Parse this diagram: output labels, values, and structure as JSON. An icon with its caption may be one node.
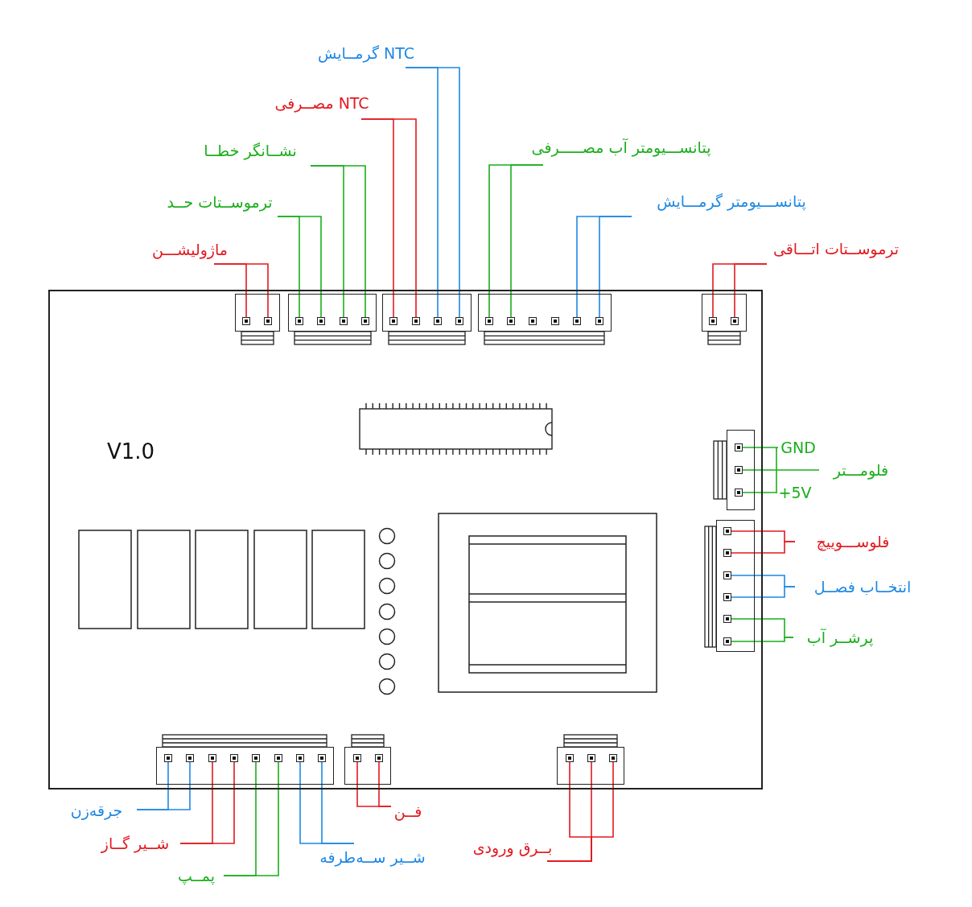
{
  "diagram": {
    "nodes": [
      {
        "text": [],
        "shape": "box"
      },
      {
        "text": [],
        "shape": "box",
        "in": 0
      },
      {
        "text": [],
        "shape": "box",
        "in": 1
      },
      {
        "text": [],
        "shape": "box",
        "in": 1
      },
      {
        "text": [],
        "shape": "box",
        "in": 0
      },
      {
        "text": [],
        "shape": "box",
        "in": 4
      },
      {
        "text": [],
        "shape": "box",
        "in": 4
      },
      {
        "text": [],
        "shape": "box",
        "in": 4
      },
      {
        "text": [],
        "shape": "box",
        "in": 4
      },
      {
        "text": [],
        "shape": "box",
        "in": 0
      },
      {
        "text": [],
        "shape": "box",
        "in": 9
      },
      {
        "text": [],
        "shape": "box",
        "in": 9
      },
      {
        "text": [],
        "shape": "box",
        "in": 9
      },
      {
        "text": [],
        "shape": "box",
        "in": 9
      },
      {
        "text": [],
        "shape": "box",
        "in": 0
      },
      {
        "text": [],
        "shape": "box",
        "in": 14
      },
      {
        "text": [],
        "shape": "box",
        "in": 14
      },
      {
        "text": [],
        "shape": "box",
        "in": 14
      },
      {
        "text": [],
        "shape": "box",
        "in": 14
      },
      {
        "text": [],
        "shape": "box",
        "in": 14
      },
      {
        "text": [],
        "shape": "box",
        "in": 14
      },
      {
        "text": [],
        "shape": "box",
        "in": 0
      },
      {
        "text": [],
        "shape": "box",
        "in": 21
      },
      {
        "text": [],
        "shape": "box",
        "in": 21
      },
      {
        "text": [],
        "shape": "box",
        "in": 0
      },
      {
        "text": [],
        "shape": "box",
        "in": 24
      },
      {
        "text": [],
        "shape": "box",
        "in": 24
      },
      {
        "text": [],
        "shape": "box",
        "in": 24
      },
      {
        "text": [],
        "shape": "box",
        "in": 0
      },
      {
        "text": [],
        "shape": "box",
        "in": 28
      },
      {
        "text": [],
        "shape": "box",
        "in": 28
      },
      {
        "text": [],
        "shape": "box",
        "in": 28
      },
      {
        "text": [],
        "shape": "box",
        "in": 28
      },
      {
        "text": [],
        "shape": "box",
        "in": 28
      },
      {
        "text": [],
        "shape": "box",
        "in": 28
      },
      {
        "text": [],
        "shape": "box",
        "in": 0
      },
      {
        "text": [],
        "shape": "box",
        "in": 35
      },
      {
        "text": [],
        "shape": "box",
        "in": 35
      },
      {
        "text": [],
        "shape": "box",
        "in": 35
      },
      {
        "text": [],
        "shape": "box",
        "in": 35
      },
      {
        "text": [],
        "shape": "box",
        "in": 35
      },
      {
        "text": [],
        "shape": "box",
        "in": 35
      },
      {
        "text": [],
        "shape": "box",
        "in": 35
      },
      {
        "text": [],
        "shape": "box",
        "in": 35
      },
      {
        "text": [],
        "shape": "box",
        "in": 0
      },
      {
        "text": [],
        "shape": "box",
        "in": 44
      },
      {
        "text": [],
        "shape": "box",
        "in": 44
      },
      {
        "text": [],
        "shape": "box",
        "in": 0
      },
      {
        "text": [],
        "shape": "box",
        "in": 47
      },
      {
        "text": [],
        "shape": "box",
        "in": 47
      },
      {
        "text": [],
        "shape": "box",
        "in": 47
      },
      {
        "text": [
          "NTC گرمــایش"
        ]
      },
      {
        "text": [
          "NTC مصــرفی"
        ]
      },
      {
        "text": [
          "نشــانگر خطــا"
        ]
      },
      {
        "text": [
          "ترموســتات حــد"
        ]
      },
      {
        "text": [
          "ماژولیشـــن"
        ]
      },
      {
        "text": [
          "پتانســـیومتر آب مصـــــرفی"
        ]
      },
      {
        "text": [
          "پتانســـیومتر گرمـــایش"
        ]
      },
      {
        "text": [
          "ترموســتات اتـــاقی"
        ]
      },
      {
        "text": [
          "GND"
        ]
      },
      {
        "text": [
          "فلومـــتر"
        ]
      },
      {
        "text": [
          "+5V"
        ]
      },
      {
        "text": [
          "فلوســـوییچ"
        ]
      },
      {
        "text": [
          "انتخــاب فصــل"
        ]
      },
      {
        "text": [
          "پرشــر آب"
        ]
      },
      {
        "text": [
          "جرقه‌زن"
        ]
      },
      {
        "text": [
          "شــیر گــاز"
        ]
      },
      {
        "text": [
          "پمــپ"
        ]
      },
      {
        "text": [
          "شــیر ســه‌طرفه"
        ]
      },
      {
        "text": [
          "فــن"
        ]
      },
      {
        "text": [
          "بــرق ورودی"
        ]
      }
    ],
    "edges": [
      {
        "from": 51,
        "to": 12,
        "arrow": "none",
        "color": "#1e88e5"
      },
      {
        "from": 51,
        "to": 13,
        "arrow": "none",
        "color": "#1e88e5"
      },
      {
        "from": 52,
        "to": 10,
        "arrow": "none"
      },
      {
        "from": 52,
        "to": 11,
        "arrow": "none"
      },
      {
        "from": 53,
        "to": 7,
        "arrow": "none",
        "color": "#1aae1c"
      },
      {
        "from": 53,
        "to": 8,
        "arrow": "none",
        "color": "#1aae1c"
      },
      {
        "from": 54,
        "to": 5,
        "arrow": "none",
        "color": "#1aae1c"
      },
      {
        "from": 54,
        "to": 6,
        "arrow": "none",
        "color": "#1aae1c"
      },
      {
        "from": 55,
        "to": 2,
        "arrow": "none"
      },
      {
        "from": 55,
        "to": 3,
        "arrow": "none"
      },
      {
        "from": 56,
        "to": 15,
        "arrow": "none",
        "color": "#1aae1c"
      },
      {
        "from": 56,
        "to": 16,
        "arrow": "none",
        "color": "#1aae1c"
      },
      {
        "from": 57,
        "to": 19,
        "arrow": "none",
        "color": "#1e88e5"
      },
      {
        "from": 57,
        "to": 20,
        "arrow": "none",
        "color": "#1e88e5"
      },
      {
        "from": 58,
        "to": 22,
        "arrow": "none"
      },
      {
        "from": 58,
        "to": 23,
        "arrow": "none"
      },
      {
        "from": 59,
        "to": 25,
        "arrow": "none",
        "color": "#1aae1c"
      },
      {
        "from": 60,
        "to": 26,
        "arrow": "none",
        "color": "#1aae1c"
      },
      {
        "from": 61,
        "to": 27,
        "arrow": "none",
        "color": "#1aae1c"
      },
      {
        "from": 62,
        "to": 29,
        "arrow": "none"
      },
      {
        "from": 62,
        "to": 30,
        "arrow": "none"
      },
      {
        "from": 63,
        "to": 31,
        "arrow": "none",
        "color": "#1e88e5"
      },
      {
        "from": 63,
        "to": 32,
        "arrow": "none",
        "color": "#1e88e5"
      },
      {
        "from": 64,
        "to": 33,
        "arrow": "none",
        "color": "#1aae1c"
      },
      {
        "from": 64,
        "to": 34,
        "arrow": "none",
        "color": "#1aae1c"
      },
      {
        "from": 65,
        "to": 36,
        "arrow": "none",
        "color": "#1e88e5"
      },
      {
        "from": 65,
        "to": 37,
        "arrow": "none",
        "color": "#1e88e5"
      },
      {
        "from": 66,
        "to": 38,
        "arrow": "none"
      },
      {
        "from": 66,
        "to": 39,
        "arrow": "none"
      },
      {
        "from": 67,
        "to": 40,
        "arrow": "none",
        "color": "#1aae1c"
      },
      {
        "from": 67,
        "to": 41,
        "arrow": "none",
        "color": "#1aae1c"
      },
      {
        "from": 68,
        "to": 42,
        "arrow": "none",
        "color": "#1e88e5"
      },
      {
        "from": 68,
        "to": 43,
        "arrow": "none",
        "color": "#1e88e5"
      },
      {
        "from": 69,
        "to": 45,
        "arrow": "none"
      },
      {
        "from": 69,
        "to": 46,
        "arrow": "none"
      },
      {
        "from": 70,
        "to": 48,
        "arrow": "none"
      },
      {
        "from": 70,
        "to": 49,
        "arrow": "none"
      },
      {
        "from": 70,
        "to": 50,
        "arrow": "none"
      }
    ],
    "labels": [
      "V1.0"
    ]
  }
}
